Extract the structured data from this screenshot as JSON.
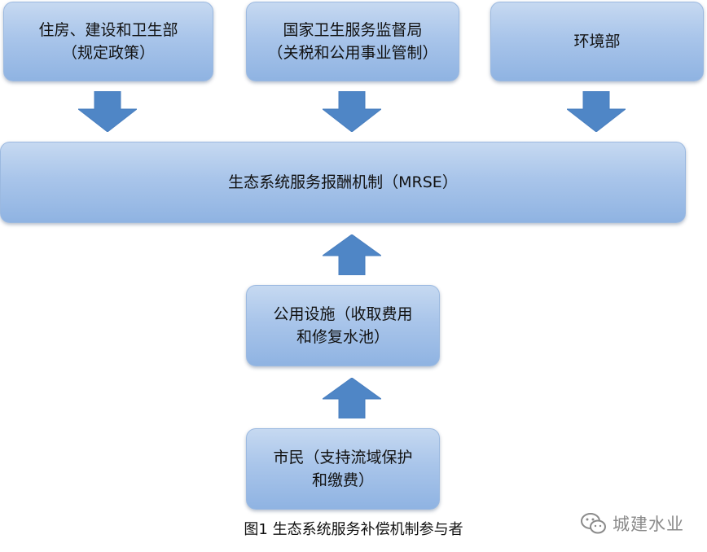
{
  "colors": {
    "box_fill_top": "#c6d9f1",
    "box_fill_bottom": "#8fb3e2",
    "arrow_fill": "#4f86c6",
    "text": "#111111",
    "watermark": "#8a8a8a"
  },
  "top_boxes": [
    {
      "line1": "住房、建设和卫生部",
      "line2": "（规定政策）"
    },
    {
      "line1": "国家卫生服务监督局",
      "line2": "（关税和公用事业管制）"
    },
    {
      "line1": "环境部",
      "line2": ""
    }
  ],
  "center_box": {
    "label": "生态系统服务报酬机制（MRSE）"
  },
  "utility_box": {
    "line1": "公用设施（收取费用",
    "line2": "和修复水池）"
  },
  "citizen_box": {
    "line1": "市民（支持流域保护",
    "line2": "和缴费）"
  },
  "caption": "图1 生态系统服务补偿机制参与者",
  "watermark": {
    "text": "城建水业",
    "icon": "wechat-icon"
  }
}
